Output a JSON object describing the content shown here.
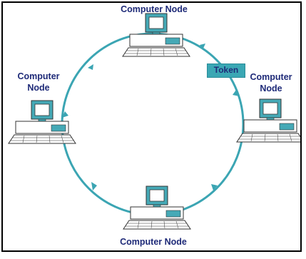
{
  "diagram": {
    "nodes": [
      {
        "label": "Computer Node"
      },
      {
        "label_line1": "Computer",
        "label_line2": "Node"
      },
      {
        "label_line1": "Computer",
        "label_line2": "Node"
      },
      {
        "label": "Computer Node"
      }
    ],
    "token": {
      "label": "Token"
    },
    "colors": {
      "ring": "#3ba5b3",
      "computer_body": "#45a9b6",
      "computer_outline": "#333333",
      "label_text": "#1e2a78",
      "token_fill": "#3aa7b4"
    }
  }
}
